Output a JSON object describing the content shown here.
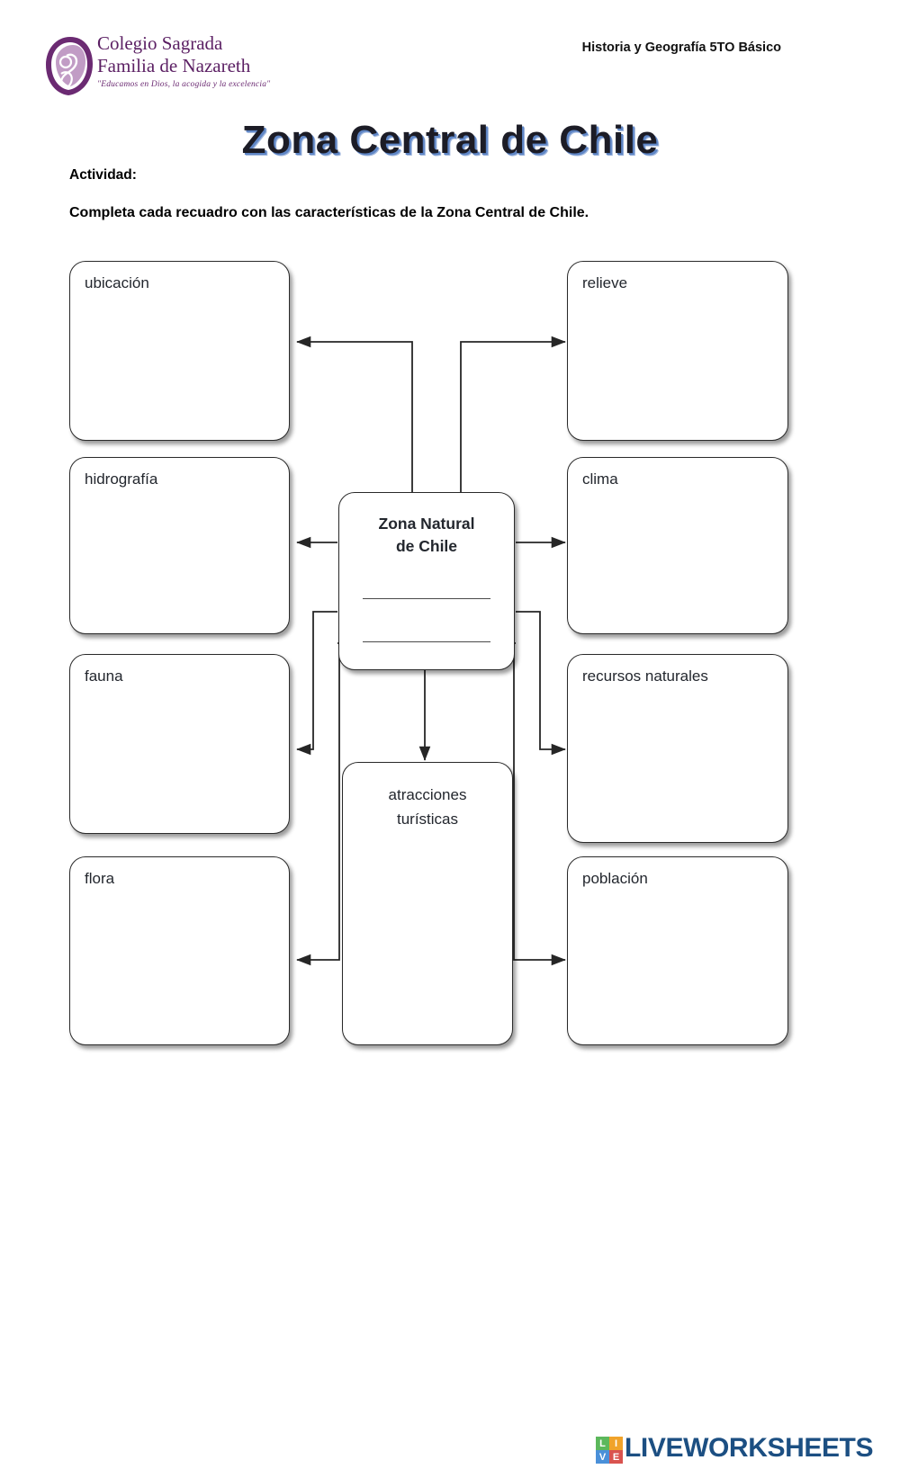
{
  "header": {
    "subject": "Historia y Geografía 5TO Básico",
    "school": {
      "line1": "Colegio Sagrada",
      "line2": "Familia de Nazareth",
      "tagline": "\"Educamos en Dios, la acogida y la excelencia\"",
      "brand_color": "#5b1f63"
    }
  },
  "title": {
    "text": "Zona Central de Chile",
    "fill_color": "#1c1c26",
    "shadow_color": "#5f86c6"
  },
  "instructions": {
    "label": "Actividad:",
    "text": "Completa cada recuadro con las características de la Zona Central de Chile."
  },
  "diagram": {
    "center": {
      "label_line1": "Zona Natural",
      "label_line2": "de Chile",
      "answer_lines": 2
    },
    "nodes": [
      {
        "id": "ubicacion",
        "label": "ubicación",
        "column": "left"
      },
      {
        "id": "hidrografia",
        "label": "hidrografía",
        "column": "left"
      },
      {
        "id": "fauna",
        "label": "fauna",
        "column": "left"
      },
      {
        "id": "flora",
        "label": "flora",
        "column": "left"
      },
      {
        "id": "relieve",
        "label": "relieve",
        "column": "right"
      },
      {
        "id": "clima",
        "label": "clima",
        "column": "right"
      },
      {
        "id": "recursos-naturales",
        "label": "recursos naturales",
        "column": "right"
      },
      {
        "id": "poblacion",
        "label": "población",
        "column": "right"
      },
      {
        "id": "atracciones-turisticas",
        "label_line1": "atracciones",
        "label_line2": "turísticas",
        "column": "bottom"
      }
    ]
  },
  "footer": {
    "brand": "LIVEWORKSHEETS",
    "tiles": [
      {
        "letter": "L",
        "color": "#5cb85c"
      },
      {
        "letter": "I",
        "color": "#f0a32a"
      },
      {
        "letter": "V",
        "color": "#4a90d9"
      },
      {
        "letter": "E",
        "color": "#d9534f"
      }
    ],
    "brand_color": "#1c4f82"
  }
}
